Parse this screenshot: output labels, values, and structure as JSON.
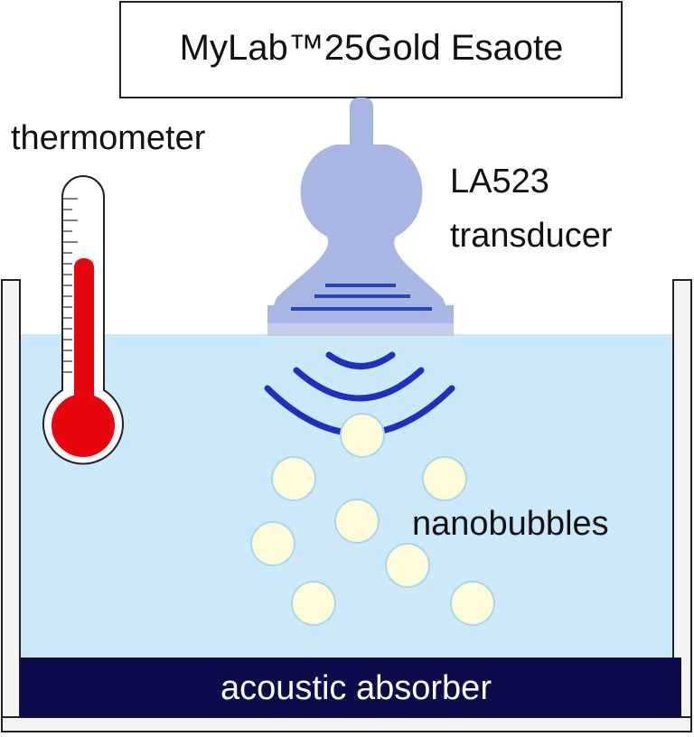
{
  "device_box": {
    "label": "MyLab™25Gold Esaote"
  },
  "thermometer": {
    "label": "thermometer"
  },
  "transducer": {
    "label_line1": "LA523",
    "label_line2": "transducer"
  },
  "nanobubbles": {
    "label": "nanobubbles",
    "count": 8
  },
  "absorber": {
    "label": "acoustic absorber"
  },
  "colors": {
    "water": "#cbe9f9",
    "tank_wall": "#f4f4f4",
    "transducer_body": "#a7b6e2",
    "transducer_face": "#c6cde9",
    "wave": "#1f2fbf",
    "bubble_fill": "#fdfbd9",
    "bubble_stroke": "#a8d8e6",
    "absorber": "#0c0c4c",
    "mercury": "#e8060e",
    "thermometer_glass": "#ffffff"
  }
}
